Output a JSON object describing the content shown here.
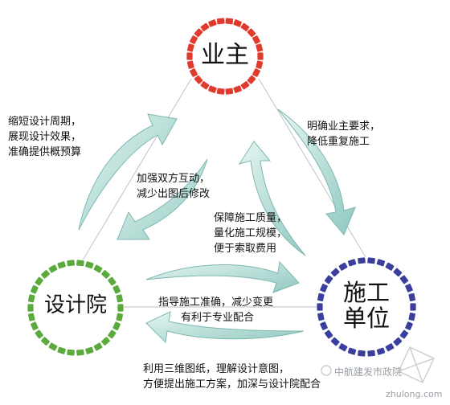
{
  "nodes": {
    "owner": {
      "label": "业主",
      "color": "#e03a2c"
    },
    "design_institute": {
      "label": "设计院",
      "color": "#5aaa3c"
    },
    "construction_unit": {
      "label_line1": "施工",
      "label_line2": "单位",
      "color": "#3a3f9e"
    }
  },
  "annotations": {
    "owner_to_design": [
      "缩短设计周期，",
      "展现设计效果，",
      "准确提供概预算"
    ],
    "design_to_owner": [
      "加强双方互动，",
      "减少出图后修改"
    ],
    "owner_to_construction": [
      "明确业主要求，",
      "降低重复施工"
    ],
    "construction_to_owner": [
      "保障施工质量，",
      "量化施工规模，",
      "便于索取费用"
    ],
    "design_to_construction": [
      "指导施工准确，减少变更",
      "有利于专业配合"
    ],
    "construction_to_design": [
      "利用三维图纸，理解设计意图，",
      "方便提出施工方案，加深与设计院配合"
    ]
  },
  "colors": {
    "arrow_fill": "#bfe3df",
    "arrow_stroke": "#7fb8b0",
    "edge_line": "#c8ccd0"
  },
  "watermark": {
    "account": "中航建发市政院",
    "site": "zhulong.com"
  }
}
